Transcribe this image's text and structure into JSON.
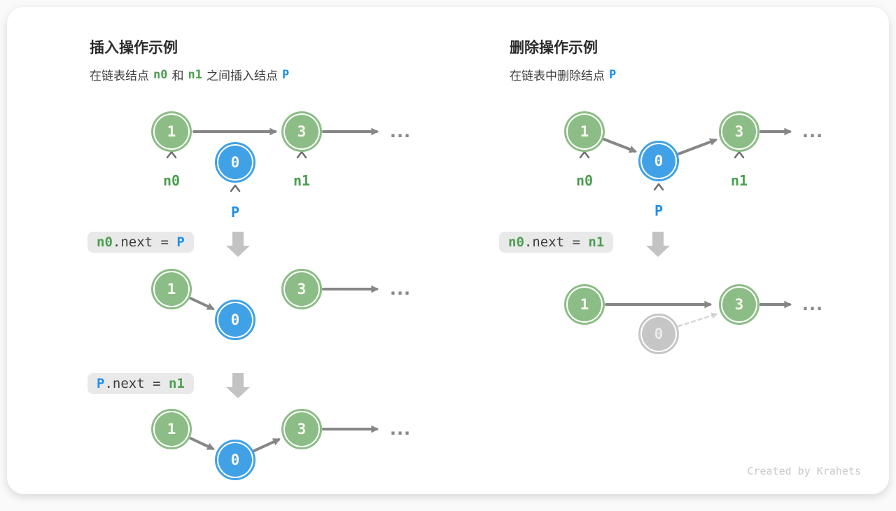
{
  "colors": {
    "node_green": "#8cbd86",
    "node_blue": "#41a1e6",
    "node_gray": "#c6c6c6",
    "label_green": "#4c9e50",
    "label_blue": "#1d8feb",
    "arrow_gray": "#868686",
    "code_box_bg": "#e9e9e9"
  },
  "icons": {
    "caret_up": "chevron-up",
    "block_arrow_down": "thick-down-arrow",
    "link_arrow": "arrow-right"
  },
  "left": {
    "title": "插入操作示例",
    "subtitle": {
      "t1": "在链表结点",
      "c1": "n0",
      "t2": "和",
      "c2": "n1",
      "t3": "之间插入结点",
      "c3": "P"
    },
    "fig1": {
      "n1": "1",
      "n2": "0",
      "n3": "3",
      "label_n0": "n0",
      "label_n1": "n1",
      "label_p": "P",
      "ellipsis": "..."
    },
    "code1": {
      "a": "n0",
      "b": ".next = ",
      "c": "P"
    },
    "fig2": {
      "n1": "1",
      "n2": "0",
      "n3": "3",
      "ellipsis": "..."
    },
    "code2": {
      "a": "P",
      "b": ".next = ",
      "c": "n1"
    },
    "fig3": {
      "n1": "1",
      "n2": "0",
      "n3": "3",
      "ellipsis": "..."
    }
  },
  "right": {
    "title": "删除操作示例",
    "subtitle": {
      "t1": "在链表中删除结点",
      "c1": "P"
    },
    "fig1": {
      "n1": "1",
      "n2": "0",
      "n3": "3",
      "label_n0": "n0",
      "label_n1": "n1",
      "label_p": "P",
      "ellipsis": "..."
    },
    "code1": {
      "a": "n0",
      "b": ".next = ",
      "c": "n1"
    },
    "fig2": {
      "n1": "1",
      "n2": "0",
      "n3": "3",
      "ellipsis": "..."
    }
  },
  "footer": "Created by Krahets"
}
